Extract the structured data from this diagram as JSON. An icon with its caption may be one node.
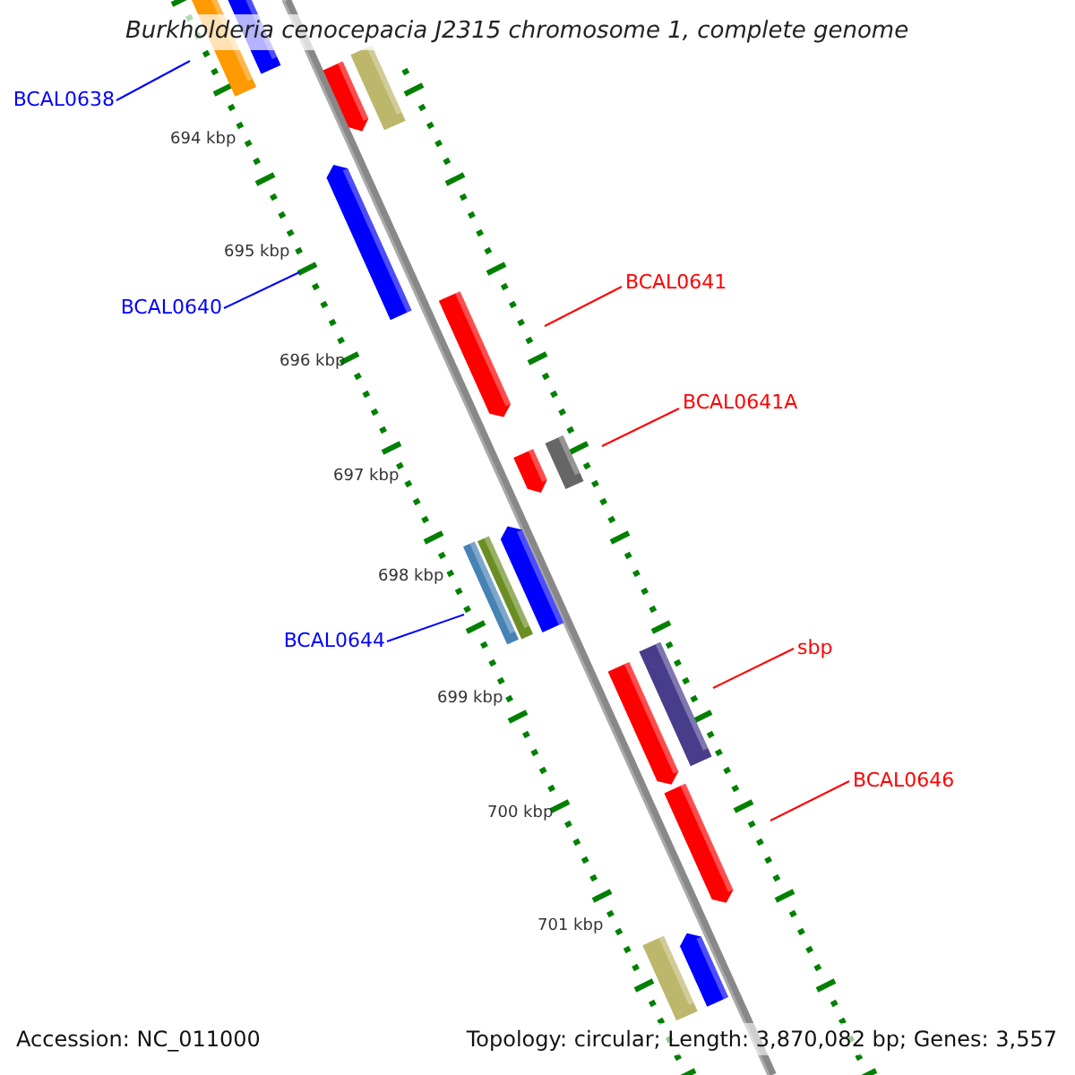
{
  "diagram": {
    "title": "Burkholderia cenocepacia J2315 chromosome 1, complete genome",
    "nodes": [
      {
        "text": [
          "BCAL0638"
        ]
      },
      {
        "text": [
          "BCAL0640"
        ]
      },
      {
        "text": [
          "BCAL0644"
        ]
      },
      {
        "text": [
          "BCAL0641"
        ]
      },
      {
        "text": [
          "BCAL0641A"
        ]
      },
      {
        "text": [
          "sbp"
        ]
      },
      {
        "text": [
          "BCAL0646"
        ]
      }
    ],
    "edges": [
      {
        "from": 0,
        "to": null,
        "arrow": "none",
        "color": "#0000ff"
      },
      {
        "from": 1,
        "to": null,
        "arrow": "none",
        "color": "#0000ff"
      },
      {
        "from": 2,
        "to": null,
        "arrow": "none",
        "color": "#0000ff"
      },
      {
        "from": 3,
        "to": null,
        "arrow": "none"
      },
      {
        "from": 4,
        "to": null,
        "arrow": "none"
      },
      {
        "from": 5,
        "to": null,
        "arrow": "none"
      },
      {
        "from": 6,
        "to": null,
        "arrow": "none"
      }
    ],
    "labels": [
      "694 kbp",
      "695 kbp",
      "696 kbp",
      "697 kbp",
      "698 kbp",
      "699 kbp",
      "700 kbp",
      "701 kbp",
      "Accession: NC_011000",
      "Topology: circular; Length: 3,870,082 bp; Genes: 3,557"
    ]
  }
}
